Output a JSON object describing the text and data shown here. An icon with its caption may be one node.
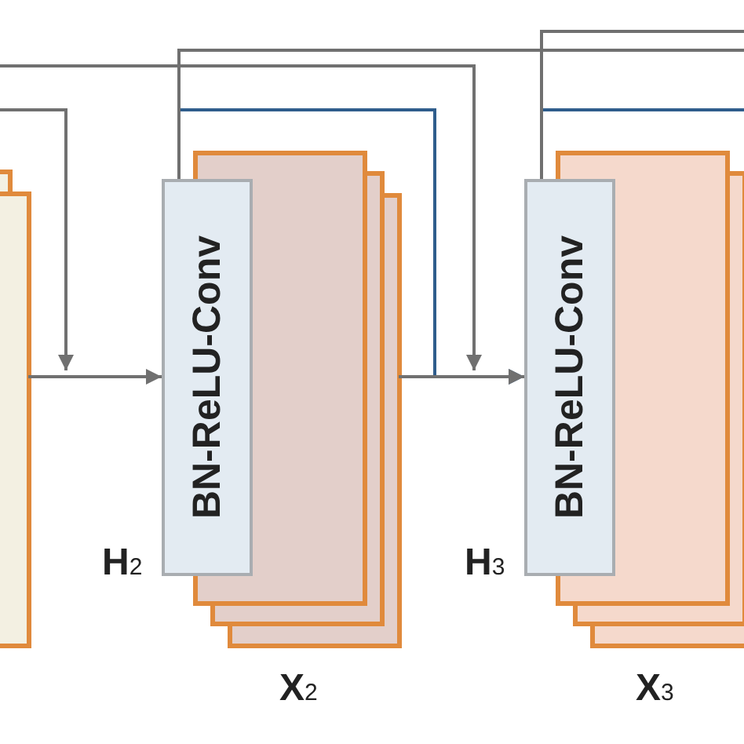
{
  "diagram": {
    "nodes": [
      {
        "text": [],
        "shape": "box"
      },
      {
        "text": [
          "BN-ReLU-Conv"
        ],
        "beside": [
          "H$_{2}$"
        ]
      },
      {
        "text": [],
        "shape": "box",
        "beside": [
          "X$_{2}$"
        ]
      },
      {
        "text": [
          "BN-ReLU-Conv"
        ],
        "beside": [
          "H$_{3}$"
        ]
      },
      {
        "text": [],
        "shape": "box",
        "beside": [
          "X$_{3}$"
        ]
      }
    ],
    "edges": [
      {
        "from": 0,
        "to": 1,
        "arrow": "to"
      },
      {
        "from": null,
        "to": 1,
        "arrow": "to"
      },
      {
        "from": 1,
        "to": null,
        "arrow": "none"
      },
      {
        "from": 1,
        "to": 3,
        "arrow": "to",
        "color": "#2f5d8c"
      },
      {
        "from": null,
        "to": 3,
        "arrow": "to"
      },
      {
        "from": 2,
        "to": 3,
        "arrow": "to"
      },
      {
        "from": 3,
        "to": null,
        "arrow": "none"
      },
      {
        "from": 3,
        "to": null,
        "arrow": "none",
        "color": "#2f5d8c"
      }
    ]
  }
}
